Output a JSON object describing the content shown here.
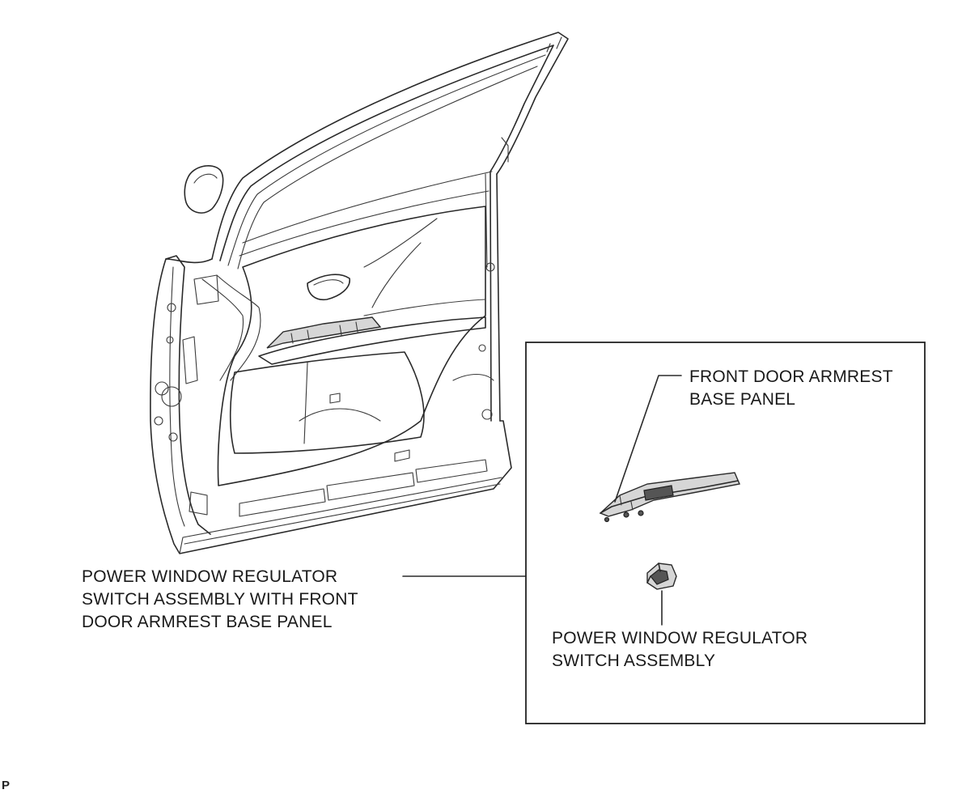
{
  "labels": {
    "armrest_base_panel": [
      "FRONT DOOR ARMREST",
      "BASE PANEL"
    ],
    "switch_with_panel": [
      "POWER WINDOW REGULATOR",
      "SWITCH ASSEMBLY WITH FRONT",
      "DOOR ARMREST BASE PANEL"
    ],
    "switch_assembly": [
      "POWER WINDOW REGULATOR",
      "SWITCH ASSEMBLY"
    ]
  },
  "corner_mark": "P"
}
